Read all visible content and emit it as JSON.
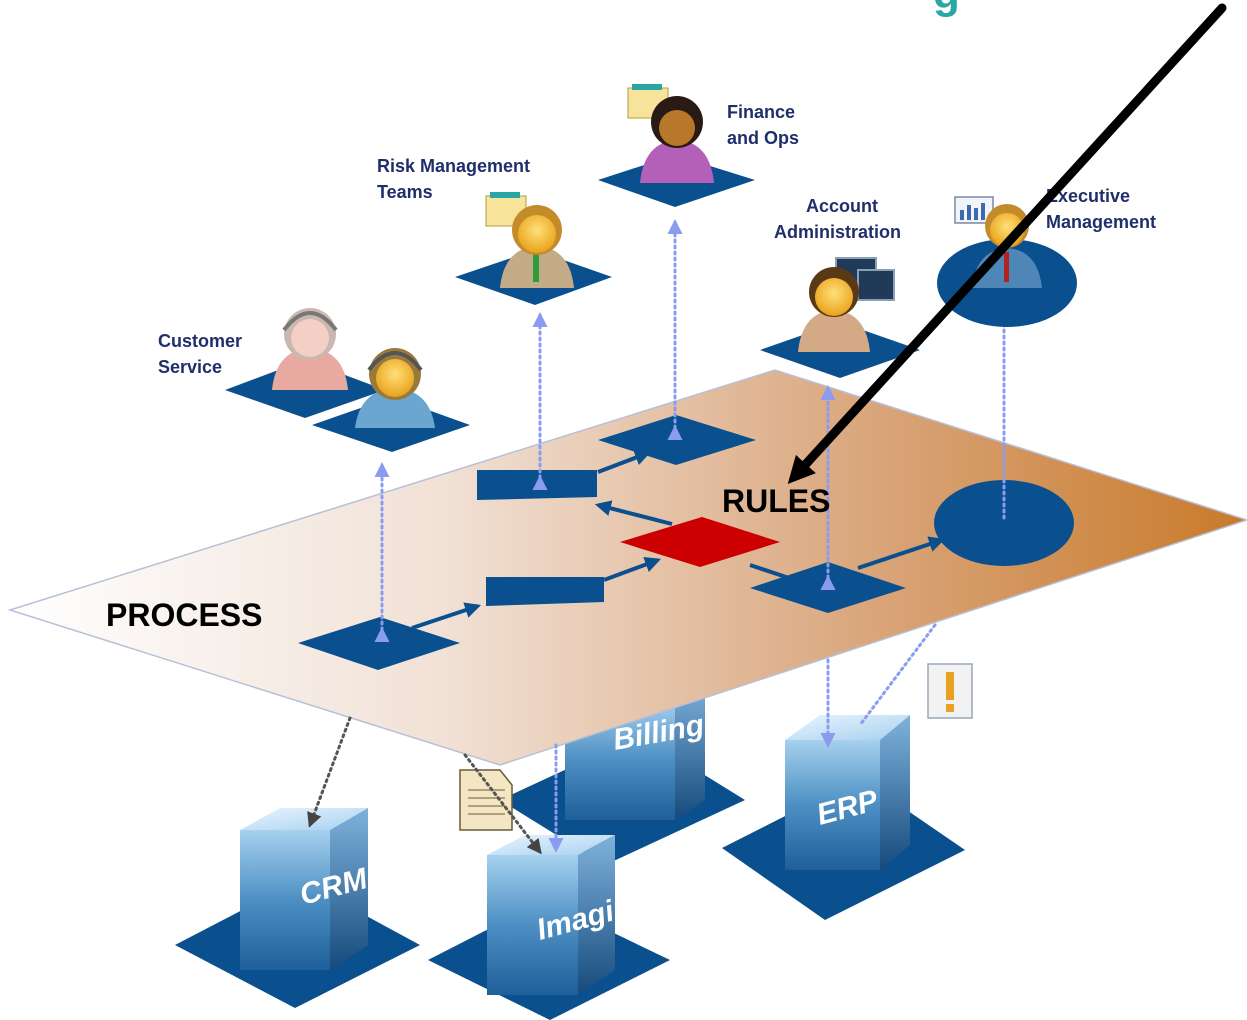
{
  "header": {
    "partial_title": "g"
  },
  "layers": {
    "process": "PROCESS",
    "rules": "RULES"
  },
  "roles": {
    "customer_service": [
      "Customer",
      "Service"
    ],
    "risk_management": [
      "Risk Management",
      "Teams"
    ],
    "finance_ops": [
      "Finance",
      "and Ops"
    ],
    "account_admin": [
      "Account",
      "Administration"
    ],
    "executive": [
      "Executive",
      "Management"
    ]
  },
  "systems": {
    "crm": "CRM",
    "imaging": "Imaging",
    "billing": "Billing",
    "erp": "ERP"
  },
  "colors": {
    "node_blue": "#0a4f8e",
    "decision_red": "#cc0000",
    "plane_end": "#c97a2a",
    "title_teal": "#2aa6a6",
    "label_navy": "#1f2f6b"
  }
}
